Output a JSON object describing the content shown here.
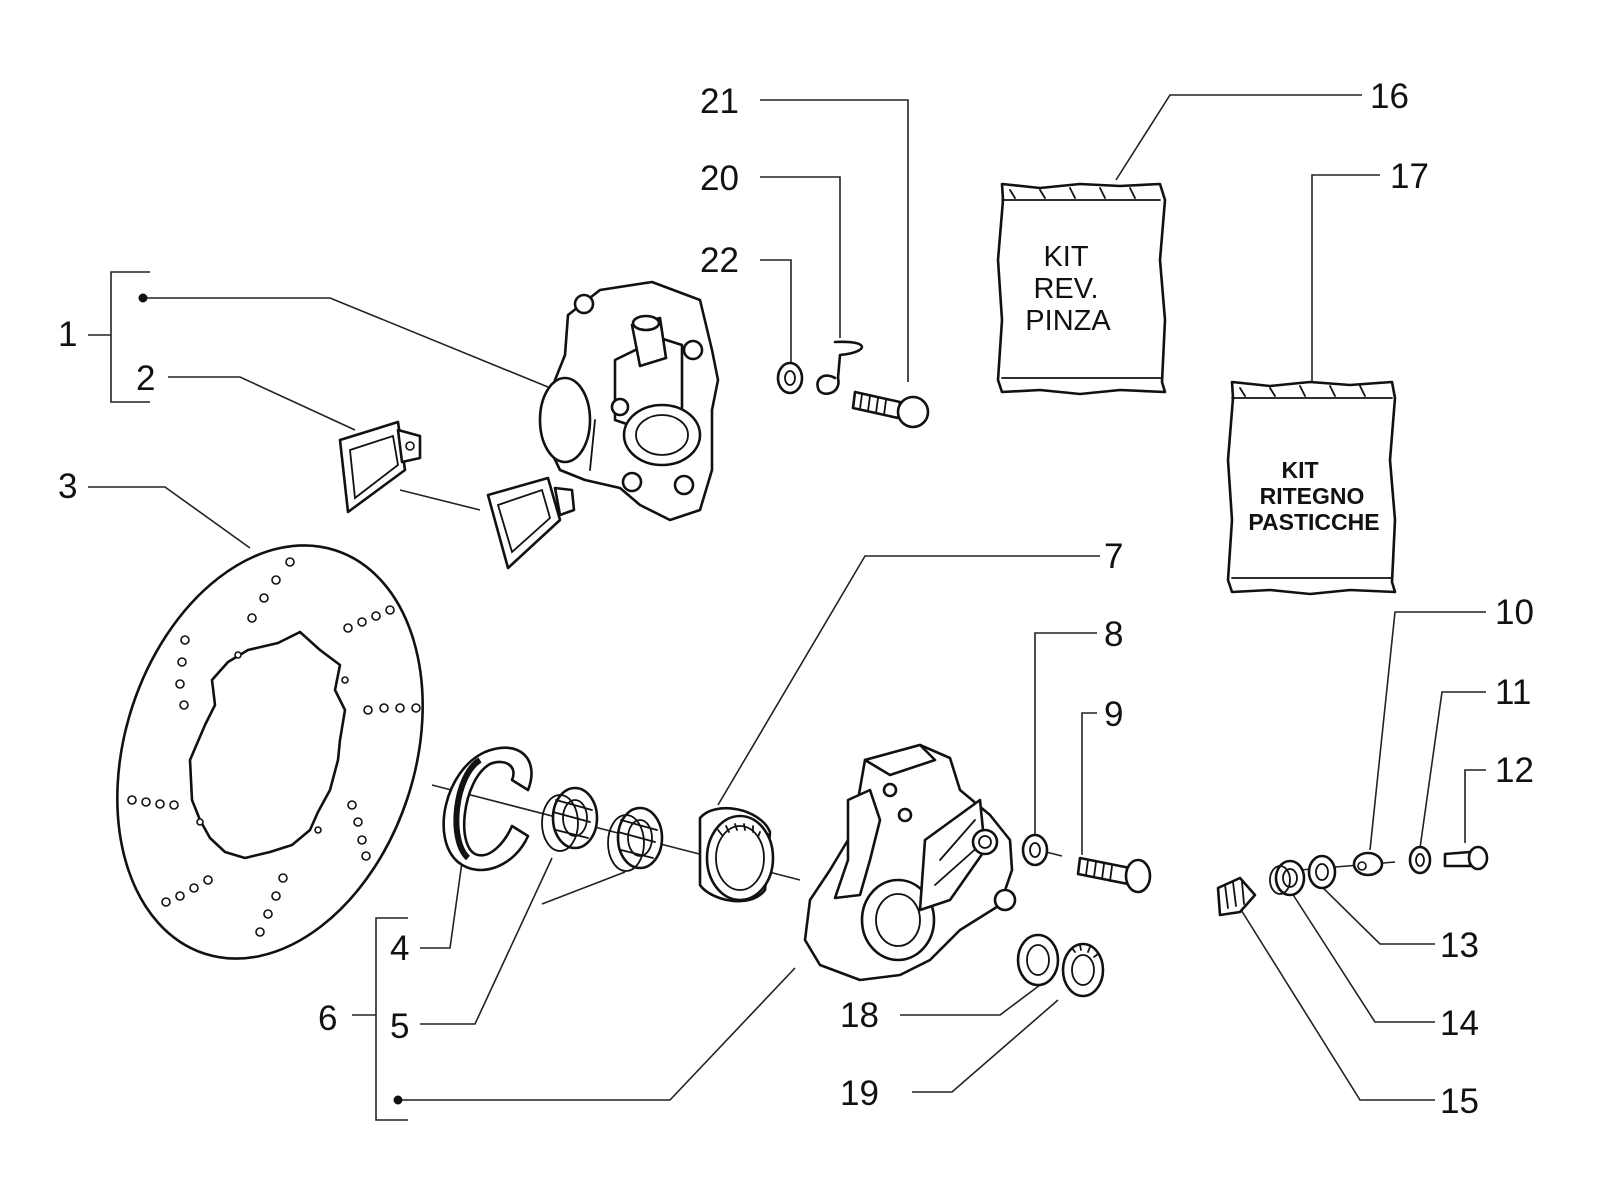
{
  "callouts": {
    "c1": "1",
    "c2": "2",
    "c3": "3",
    "c4": "4",
    "c5": "5",
    "c6": "6",
    "c7": "7",
    "c8": "8",
    "c9": "9",
    "c10": "10",
    "c11": "11",
    "c12": "12",
    "c13": "13",
    "c14": "14",
    "c15": "15",
    "c16": "16",
    "c17": "17",
    "c18": "18",
    "c19": "19",
    "c20": "20",
    "c21": "21",
    "c22": "22"
  },
  "kits": {
    "kit16": {
      "line1": "KIT",
      "line2": "REV.",
      "line3": "PINZA"
    },
    "kit17": {
      "line1": "KIT",
      "line2": "RITEGNO",
      "line3": "PASTICCHE"
    }
  },
  "icons": {
    "caliper": "brake-caliper-icon",
    "disc": "brake-disc-icon",
    "hub": "wheel-hub-icon",
    "bag": "parts-bag-icon"
  }
}
